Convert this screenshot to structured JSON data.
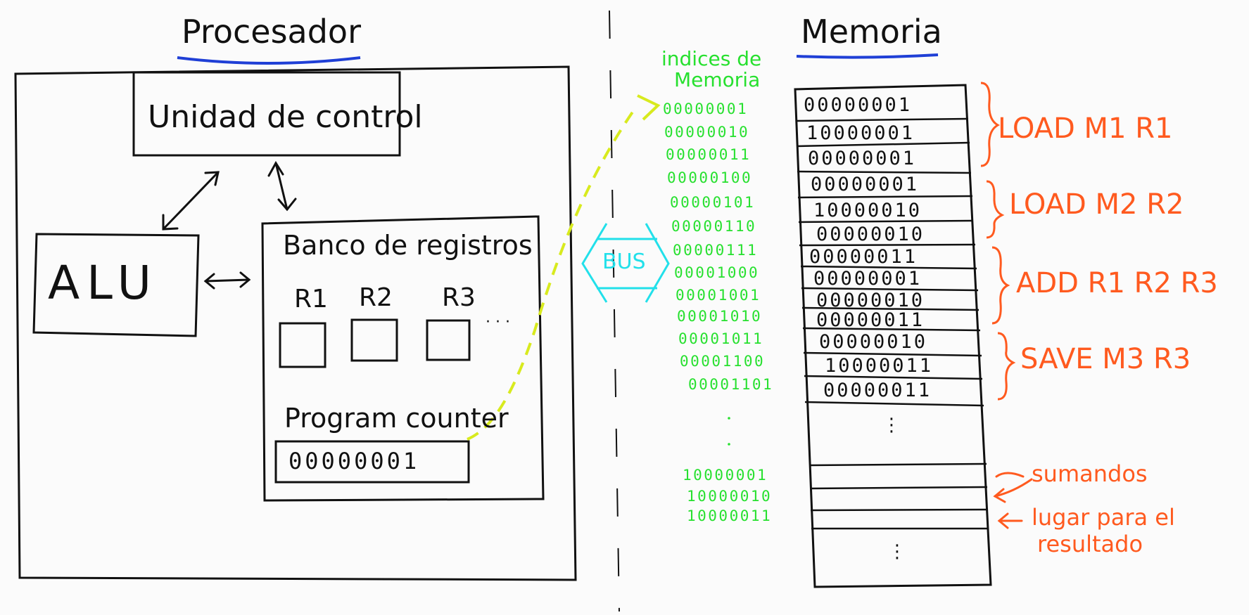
{
  "processor": {
    "title": "Procesador",
    "control_unit": "Unidad de control",
    "alu": "ALU",
    "register_bank": "Banco de registros",
    "registers": [
      "R1",
      "R2",
      "R3"
    ],
    "more_registers": "· · ·",
    "program_counter_label": "Program counter",
    "program_counter_value": "00000001"
  },
  "bus": {
    "label": "BUS"
  },
  "memory": {
    "title": "Memoria",
    "index_label_line1": "indices de",
    "index_label_line2": "Memoria",
    "addresses": [
      "00000001",
      "00000010",
      "00000011",
      "00000100",
      "00000101",
      "00000110",
      "00000111",
      "00001000",
      "00001001",
      "00001010",
      "00001011",
      "00001100",
      "00001101"
    ],
    "cells": [
      "00000001",
      "10000001",
      "00000001",
      "00000001",
      "10000010",
      "00000010",
      "00000011",
      "00000001",
      "00000010",
      "00000011",
      "00000010",
      "10000011",
      "00000011"
    ],
    "ellipsis": "⋮",
    "high_addresses": [
      "10000001",
      "10000010",
      "10000011"
    ],
    "instructions": [
      "LOAD M1 R1",
      "LOAD M2 R2",
      "ADD R1 R2 R3",
      "SAVE M3 R3"
    ],
    "annotation_addends": "sumandos",
    "annotation_result_line1": "lugar para el",
    "annotation_result_line2": "resultado"
  },
  "colors": {
    "ink": "#111111",
    "title_underline": "#1f3fd6",
    "address_green": "#27e02f",
    "annotation_orange": "#ff5a1f",
    "bus_cyan": "#22e0ea",
    "pc_link_yellow": "#d8ea1e"
  }
}
